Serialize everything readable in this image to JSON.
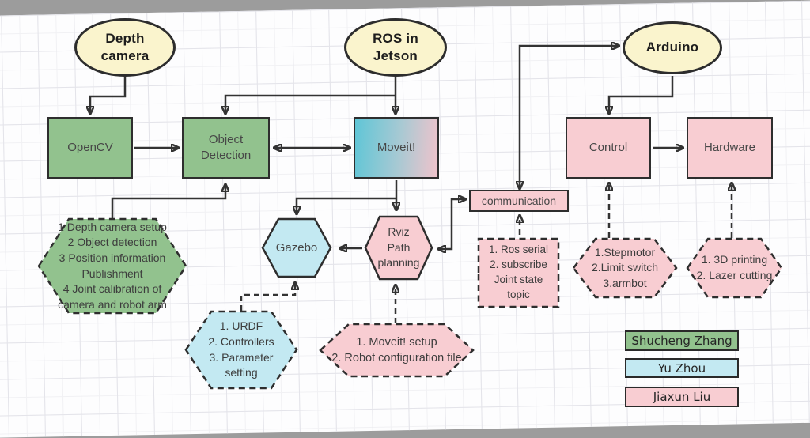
{
  "nodes": {
    "depth_camera": {
      "label": "Depth\ncamera"
    },
    "ros_in_jetson": {
      "label": "ROS in\nJetson"
    },
    "arduino": {
      "label": "Arduino"
    },
    "opencv": {
      "label": "OpenCV"
    },
    "object_detection": {
      "label": "Object\nDetection"
    },
    "moveit": {
      "label": "Moveit!"
    },
    "control": {
      "label": "Control"
    },
    "hardware": {
      "label": "Hardware"
    },
    "communication": {
      "label": "communication"
    },
    "gazebo": {
      "label": "Gazebo"
    },
    "rviz": {
      "label": "Rviz\nPath\nplanning"
    },
    "vision_tasks": {
      "label": "1 Depth camera setup\n2 Object detection\n3 Position information\nPublishment\n4 Joint calibration of\ncamera and robot arm"
    },
    "sim_tasks": {
      "label": "1. URDF\n2. Controllers\n3. Parameter\nsetting"
    },
    "moveit_tasks": {
      "label": "1. Moveit! setup\n2. Robot configuration file"
    },
    "serial_tasks": {
      "label": "1. Ros serial\n2. subscribe\nJoint state\ntopic"
    },
    "motor_tasks": {
      "label": "1.Stepmotor\n2.Limit switch\n3.armbot"
    },
    "fab_tasks": {
      "label": "1. 3D printing\n2. Lazer cutting"
    }
  },
  "legend": [
    {
      "name": "Shucheng Zhang",
      "color": "#92c28e"
    },
    {
      "name": "Yu Zhou",
      "color": "#c3e9f2"
    },
    {
      "name": "Jiaxun Liu",
      "color": "#f8cdd2"
    }
  ],
  "colors": {
    "yellow": "#faf4cd",
    "green": "#92c28e",
    "blue": "#c3e9f2",
    "pink": "#f8cdd2",
    "teal": "#5fc6d6",
    "pink_grad": "#f0c3cb",
    "stroke": "#333333"
  }
}
